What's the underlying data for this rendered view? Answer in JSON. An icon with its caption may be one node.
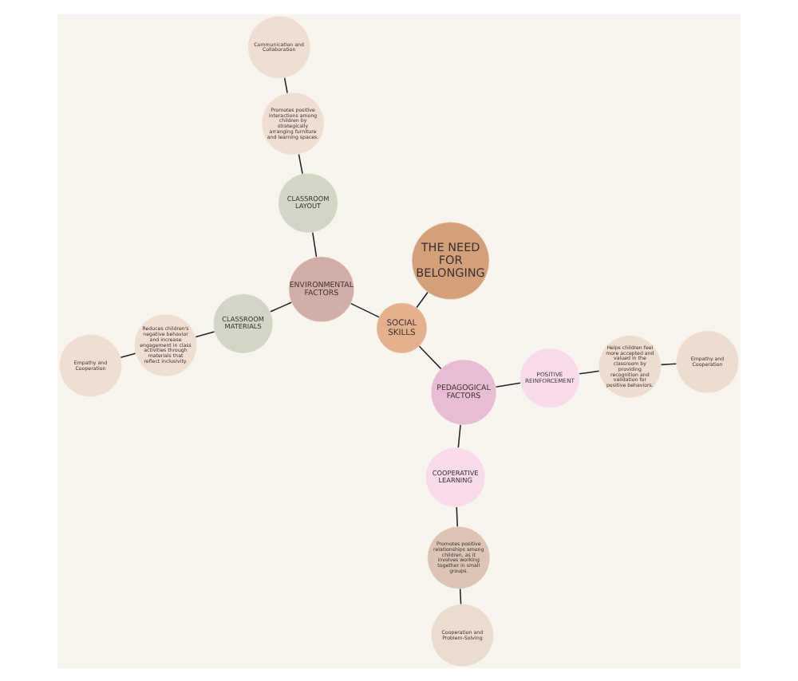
{
  "diagram": {
    "nodes": [
      {
        "text": [
          "THE NEED FOR BELONGING"
        ]
      },
      {
        "text": [
          "SOCIAL SKILLS"
        ]
      },
      {
        "text": [
          "ENVIRONMENTAL FACTORS"
        ]
      },
      {
        "text": [
          "PEDAGOGICAL FACTORS"
        ]
      },
      {
        "text": [
          "CLASSROOM LAYOUT"
        ]
      },
      {
        "text": [
          "Promotes positive interactions among children by strategically arranging furniture and learning spaces."
        ]
      },
      {
        "text": [
          "Communication and Collaboration"
        ]
      },
      {
        "text": [
          "CLASSROOM MATERIALS"
        ]
      },
      {
        "text": [
          "Reduces children's negative behavior and increase engagement in class activities through materials that reflect inclusivity."
        ]
      },
      {
        "text": [
          "Empathy and Cooperation"
        ]
      },
      {
        "text": [
          "POSITIVE REINFORCEMENT"
        ]
      },
      {
        "text": [
          "Helps children feel more accepted and valued in the classroom by providing recognition and validation for positive behaviors."
        ]
      },
      {
        "text": [
          "Empathy and Cooperation"
        ]
      },
      {
        "text": [
          "COOPERATIVE LEARNING"
        ]
      },
      {
        "text": [
          "Promotes positive relationships among children, as it involves working together in small groups."
        ]
      },
      {
        "text": [
          "Cooperation and Problem-Solving"
        ]
      }
    ],
    "edges": [
      {
        "from": 0,
        "to": 1,
        "arrow": "none"
      },
      {
        "from": 1,
        "to": 2,
        "arrow": "none"
      },
      {
        "from": 1,
        "to": 3,
        "arrow": "none"
      },
      {
        "from": 2,
        "to": 4,
        "arrow": "none"
      },
      {
        "from": 4,
        "to": 5,
        "arrow": "none"
      },
      {
        "from": 5,
        "to": 6,
        "arrow": "none"
      },
      {
        "from": 2,
        "to": 7,
        "arrow": "none"
      },
      {
        "from": 7,
        "to": 8,
        "arrow": "none"
      },
      {
        "from": 8,
        "to": 9,
        "arrow": "none"
      },
      {
        "from": 3,
        "to": 10,
        "arrow": "none"
      },
      {
        "from": 10,
        "to": 11,
        "arrow": "none"
      },
      {
        "from": 11,
        "to": 12,
        "arrow": "none"
      },
      {
        "from": 3,
        "to": 13,
        "arrow": "none"
      },
      {
        "from": 13,
        "to": 14,
        "arrow": "none"
      },
      {
        "from": 14,
        "to": 15,
        "arrow": "none"
      }
    ]
  }
}
